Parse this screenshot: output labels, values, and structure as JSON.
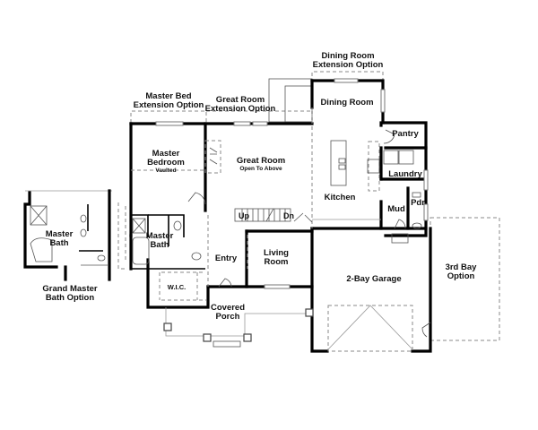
{
  "plan": {
    "extensions": {
      "master_bed": {
        "line1": "Master Bed",
        "line2": "Extension Option"
      },
      "great_room": {
        "line1": "Great Room",
        "line2": "Extension Option"
      },
      "dining_room": {
        "line1": "Dining Room",
        "line2": "Extension Option"
      }
    },
    "rooms": {
      "dining_room": "Dining Room",
      "pantry": "Pantry",
      "laundry": "Laundry",
      "kitchen": "Kitchen",
      "mud": "Mud",
      "pdr": "Pdr",
      "great_room": {
        "name": "Great Room",
        "note": "Open To Above"
      },
      "master_bedroom": {
        "line1": "Master",
        "line2": "Bedroom",
        "note": "Vaulted"
      },
      "master_bath": {
        "line1": "Master",
        "line2": "Bath"
      },
      "wic": "W.I.C.",
      "entry": "Entry",
      "living_room": {
        "line1": "Living",
        "line2": "Room"
      },
      "covered_porch": {
        "line1": "Covered",
        "line2": "Porch"
      },
      "garage": "2-Bay Garage",
      "third_bay": {
        "line1": "3rd Bay",
        "line2": "Option"
      }
    },
    "stairs": {
      "up": "Up",
      "down": "Dn"
    },
    "grand_master_option": {
      "bath": {
        "line1": "Master",
        "line2": "Bath"
      },
      "caption": {
        "line1": "Grand Master",
        "line2": "Bath Option"
      }
    }
  }
}
